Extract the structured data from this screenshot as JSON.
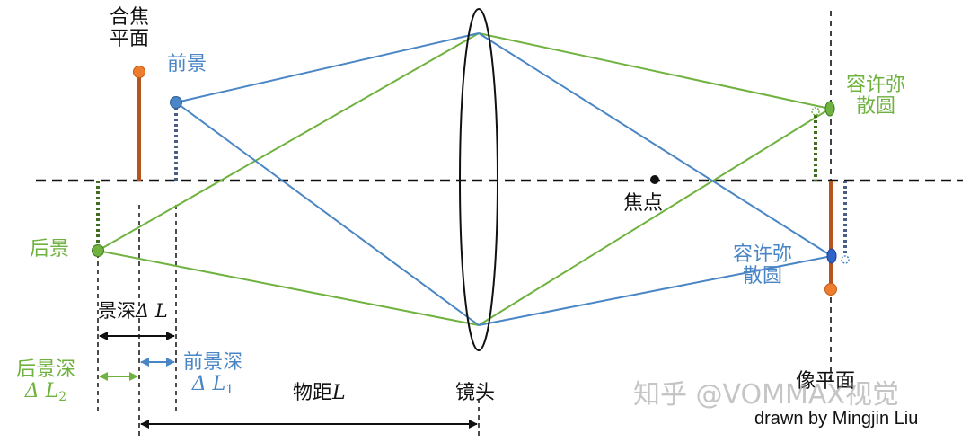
{
  "labels": {
    "focus_plane_l1": "合焦",
    "focus_plane_l2": "平面",
    "foreground": "前景",
    "background": "后景",
    "coc_top_l1": "容许弥",
    "coc_top_l2": "散圆",
    "coc_bottom_l1": "容许弥",
    "coc_bottom_l2": "散圆",
    "focal_point": "焦点",
    "dof": "景深",
    "dof_symbol": "Δ L",
    "front_dof": "前景深",
    "front_dof_symbol": "Δ L",
    "front_dof_sub": "1",
    "back_dof": "后景深",
    "back_dof_symbol": "Δ L",
    "back_dof_sub": "2",
    "object_distance": "物距",
    "object_distance_symbol": "L",
    "lens": "镜头",
    "image_plane": "像平面"
  },
  "watermark": "知乎 @VOMMAX视觉",
  "credit": "drawn by Mingjin Liu",
  "colors": {
    "green": "#6fb23f",
    "blue": "#4a86c5",
    "brown": "#b5541c",
    "orange": "#ee7d2f",
    "dotted_navy": "#4a5f86",
    "dotted_green": "#3e6e1e"
  }
}
